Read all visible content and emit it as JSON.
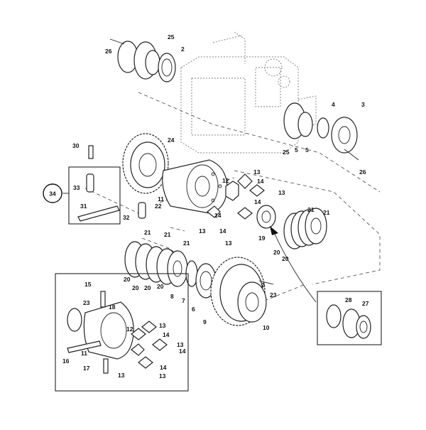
{
  "diagram": {
    "callouts": [
      {
        "id": "c26a",
        "text": "26"
      },
      {
        "id": "c25a",
        "text": "25"
      },
      {
        "id": "c2",
        "text": "2"
      },
      {
        "id": "c4",
        "text": "4"
      },
      {
        "id": "c3",
        "text": "3"
      },
      {
        "id": "c25b",
        "text": "25"
      },
      {
        "id": "c5a",
        "text": "5"
      },
      {
        "id": "c5b",
        "text": "5"
      },
      {
        "id": "c26b",
        "text": "26"
      },
      {
        "id": "c30",
        "text": "30"
      },
      {
        "id": "c24",
        "text": "24"
      },
      {
        "id": "c33",
        "text": "33"
      },
      {
        "id": "c31",
        "text": "31"
      },
      {
        "id": "c32",
        "text": "32"
      },
      {
        "id": "c11a",
        "text": "11"
      },
      {
        "id": "c22",
        "text": "22"
      },
      {
        "id": "c12a",
        "text": "12"
      },
      {
        "id": "c13a",
        "text": "13"
      },
      {
        "id": "c14a",
        "text": "14"
      },
      {
        "id": "c13b",
        "text": "13"
      },
      {
        "id": "c14b",
        "text": "14"
      },
      {
        "id": "c14c",
        "text": "14"
      },
      {
        "id": "c13c",
        "text": "13"
      },
      {
        "id": "c14d",
        "text": "14"
      },
      {
        "id": "c13d",
        "text": "13"
      },
      {
        "id": "c19",
        "text": "19"
      },
      {
        "id": "c21a",
        "text": "21"
      },
      {
        "id": "c21b",
        "text": "21"
      },
      {
        "id": "c20a",
        "text": "20"
      },
      {
        "id": "c20b",
        "text": "20"
      },
      {
        "id": "c21c",
        "text": "21"
      },
      {
        "id": "c21d",
        "text": "21"
      },
      {
        "id": "c21e",
        "text": "21"
      },
      {
        "id": "c20c",
        "text": "20"
      },
      {
        "id": "c20d",
        "text": "20"
      },
      {
        "id": "c20e",
        "text": "20"
      },
      {
        "id": "c20f",
        "text": "20"
      },
      {
        "id": "c8",
        "text": "8"
      },
      {
        "id": "c7",
        "text": "7"
      },
      {
        "id": "c6",
        "text": "6"
      },
      {
        "id": "c2b",
        "text": "2"
      },
      {
        "id": "c23a",
        "text": "23"
      },
      {
        "id": "c9",
        "text": "9"
      },
      {
        "id": "c10",
        "text": "10"
      },
      {
        "id": "c28",
        "text": "28"
      },
      {
        "id": "c27",
        "text": "27"
      },
      {
        "id": "c15",
        "text": "15"
      },
      {
        "id": "c23b",
        "text": "23"
      },
      {
        "id": "c18",
        "text": "18"
      },
      {
        "id": "c12b",
        "text": "12"
      },
      {
        "id": "c13e",
        "text": "13"
      },
      {
        "id": "c14e",
        "text": "14"
      },
      {
        "id": "c13f",
        "text": "13"
      },
      {
        "id": "c14f",
        "text": "14"
      },
      {
        "id": "c11b",
        "text": "11"
      },
      {
        "id": "c16",
        "text": "16"
      },
      {
        "id": "c17",
        "text": "17"
      },
      {
        "id": "c13g",
        "text": "13"
      },
      {
        "id": "c14g",
        "text": "14"
      },
      {
        "id": "c13h",
        "text": "13"
      }
    ],
    "kit_label": "34"
  }
}
